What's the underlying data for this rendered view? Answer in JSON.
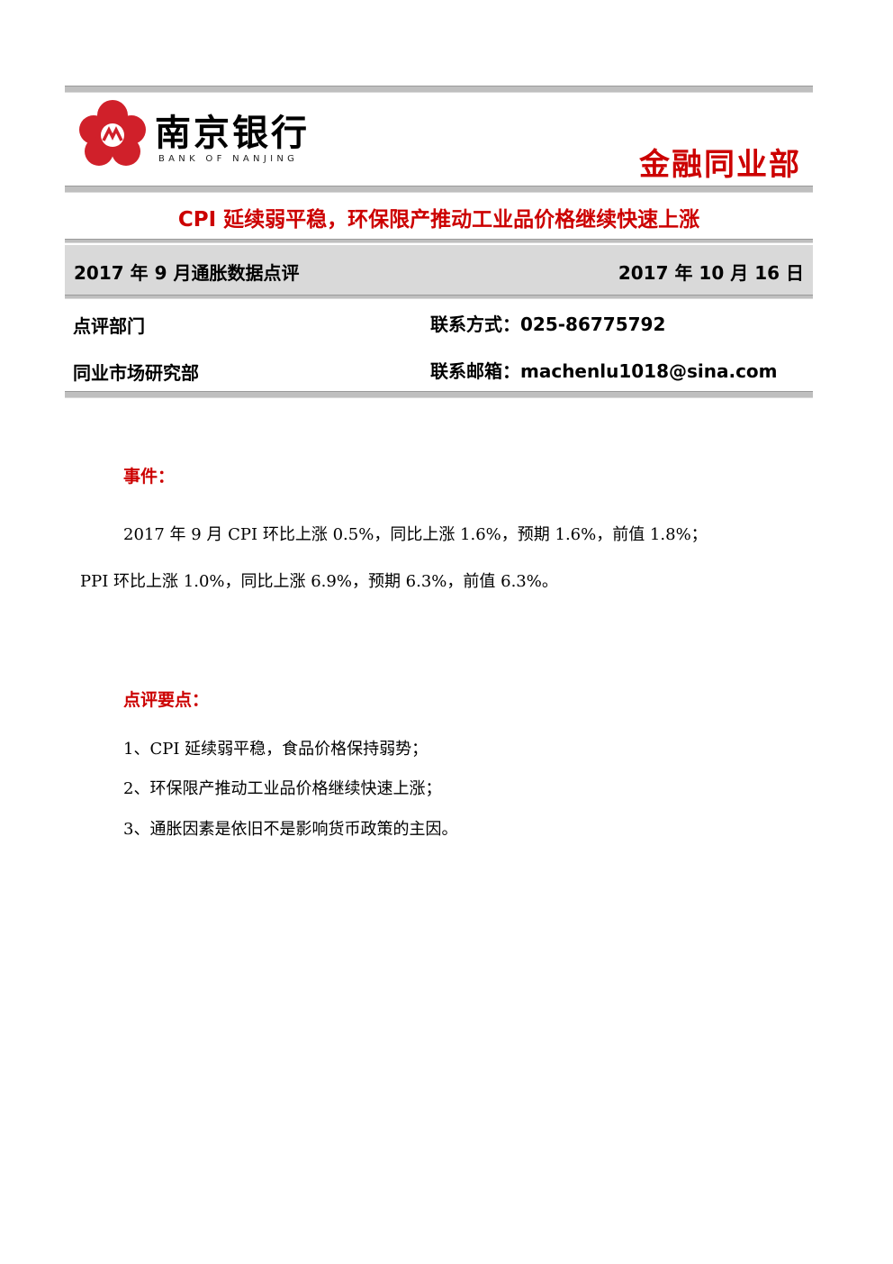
{
  "header": {
    "logo_cn": "南京银行",
    "logo_en": "BANK OF NANJING",
    "department": "金融同业部"
  },
  "title": "CPI 延续弱平稳，环保限产推动工业品价格继续快速上涨",
  "band": {
    "left": "2017 年 9 月通胀数据点评",
    "right": "2017 年 10 月 16 日"
  },
  "info": {
    "dept_label": "点评部门",
    "dept_value": "同业市场研究部",
    "phone": "联系方式：025-86775792",
    "email": "联系邮箱：machenlu1018@sina.com"
  },
  "event": {
    "heading": "事件：",
    "line1": "2017 年 9 月 CPI 环比上涨 0.5%，同比上涨 1.6%，预期 1.6%，前值 1.8%；",
    "line2": "PPI 环比上涨 1.0%，同比上涨 6.9%，预期 6.3%，前值 6.3%。"
  },
  "points": {
    "heading": "点评要点：",
    "items": [
      "1、CPI 延续弱平稳，食品价格保持弱势；",
      "2、环保限产推动工业品价格继续快速上涨；",
      "3、通胀因素是依旧不是影响货币政策的主因。"
    ]
  },
  "colors": {
    "brand_red": "#cc0000",
    "band_gray": "#d9d9d9",
    "rule_gray": "#bfbfbf"
  }
}
